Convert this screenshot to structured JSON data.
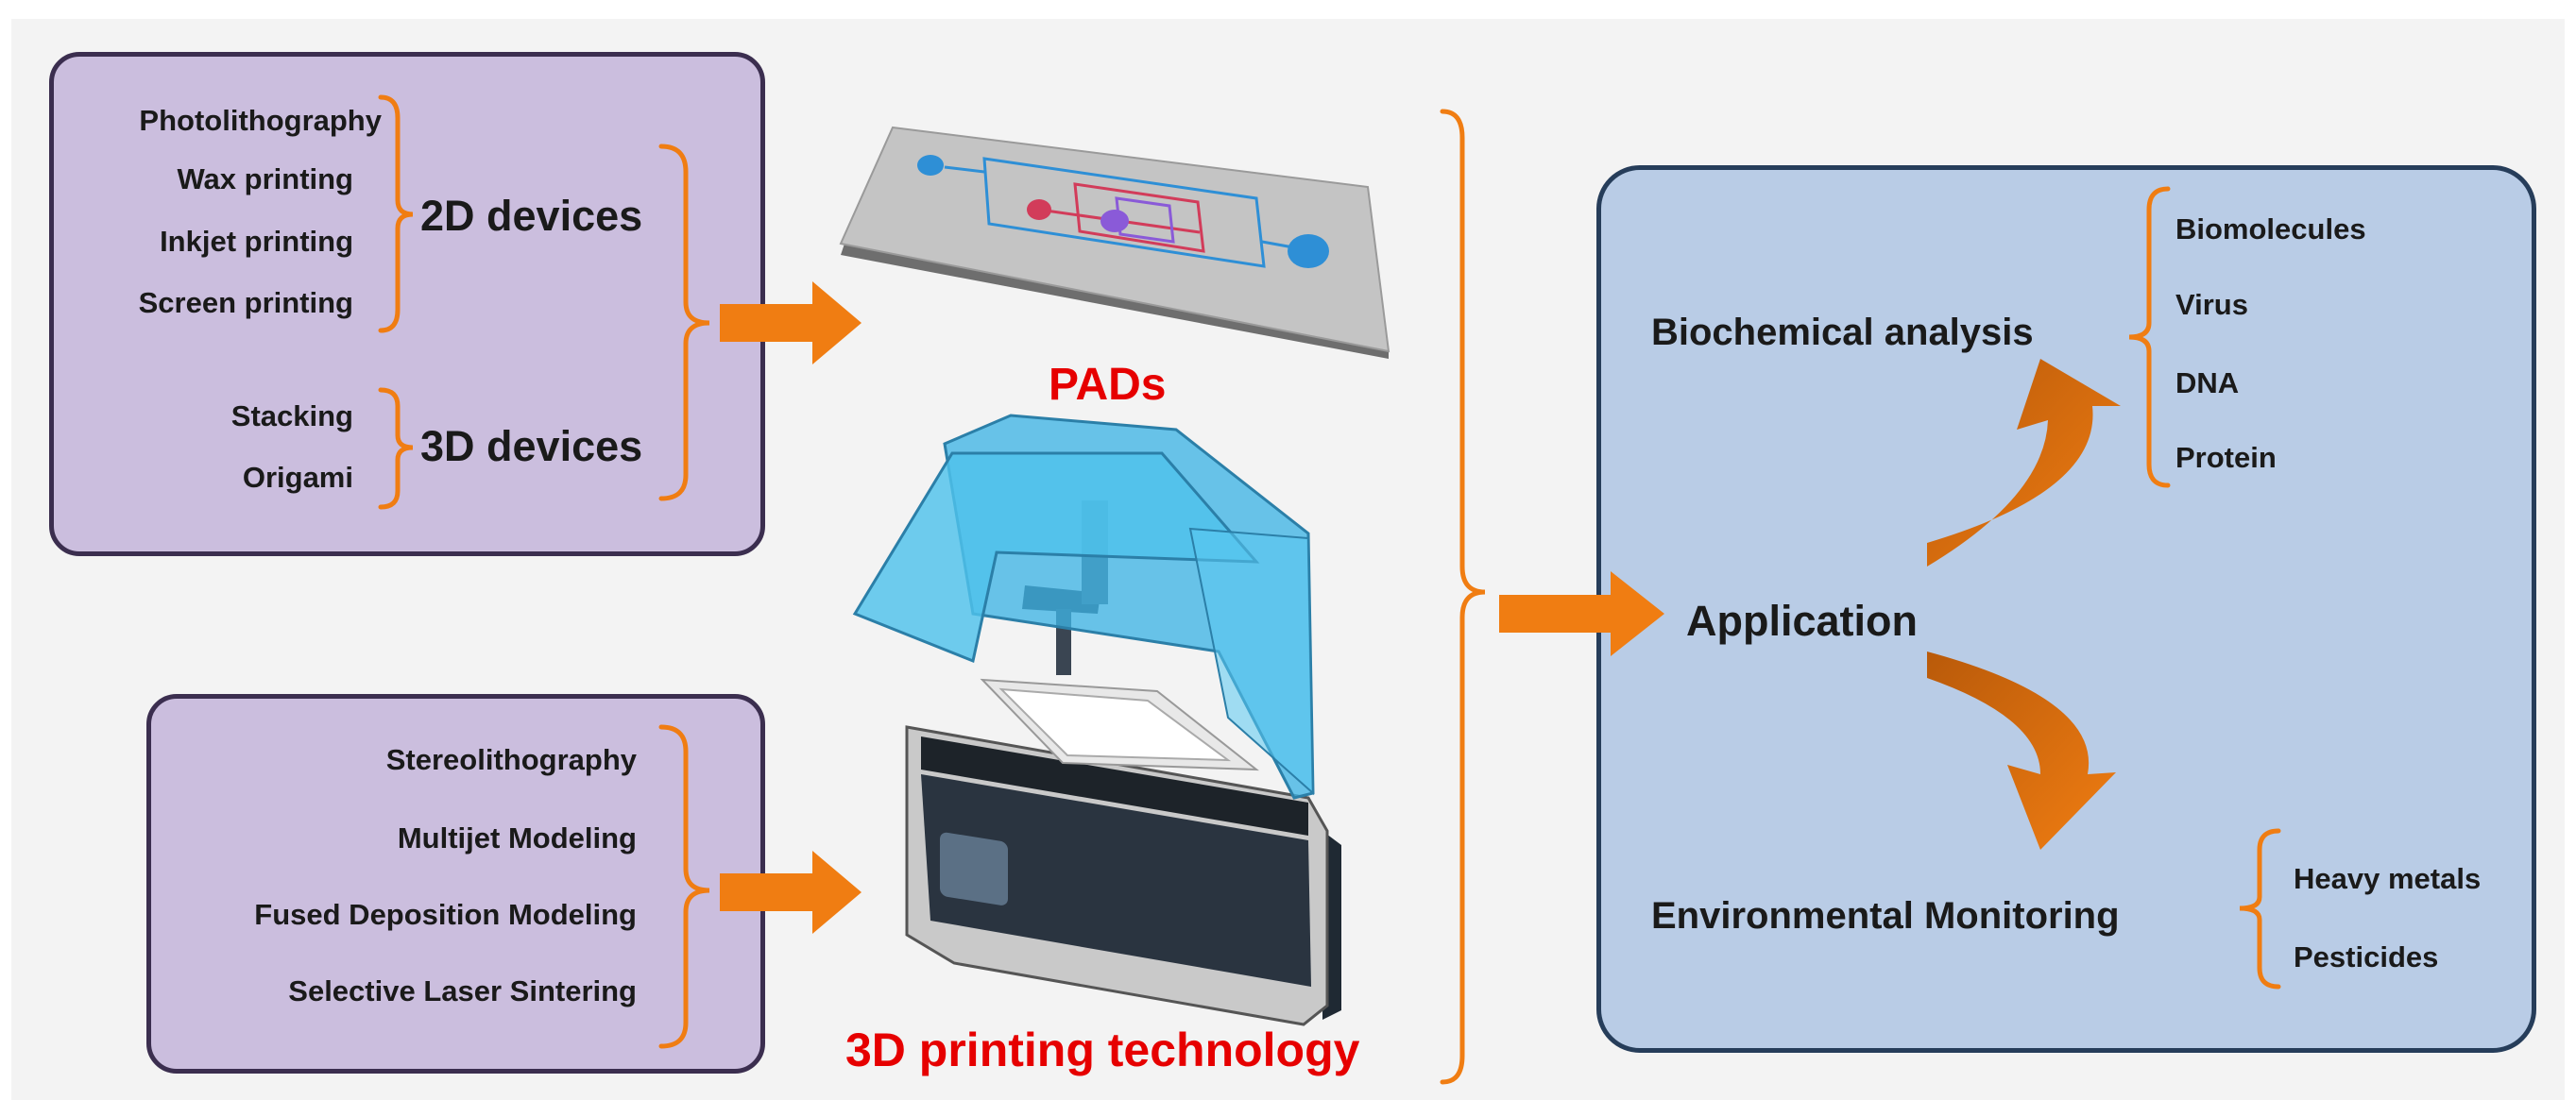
{
  "fabrication_2d": [
    "Photolithography",
    "Wax printing",
    "Inkjet printing",
    "Screen printing"
  ],
  "fabrication_3d": [
    "Stacking",
    "Origami"
  ],
  "device_types": {
    "two_d": "2D devices",
    "three_d": "3D devices"
  },
  "pads_label": "PADs",
  "printing_methods": [
    "Stereolithography",
    "Multijet Modeling",
    "Fused Deposition Modeling",
    "Selective Laser Sintering"
  ],
  "printing_label": "3D printing technology",
  "application": {
    "title": "Application",
    "biochemical": {
      "title": "Biochemical analysis",
      "items": [
        "Biomolecules",
        "Virus",
        "DNA",
        "Protein"
      ]
    },
    "environmental": {
      "title": "Environmental Monitoring",
      "items": [
        "Heavy metals",
        "Pesticides"
      ]
    }
  },
  "colors": {
    "left_box_fill": "#cbbede",
    "left_box_border": "#3b2e4f",
    "app_box_fill": "#b9cce6",
    "app_box_border": "#263d5a",
    "accent_orange": "#f07d12",
    "label_red": "#e60000",
    "printer_cover": "#3fb3e4"
  }
}
